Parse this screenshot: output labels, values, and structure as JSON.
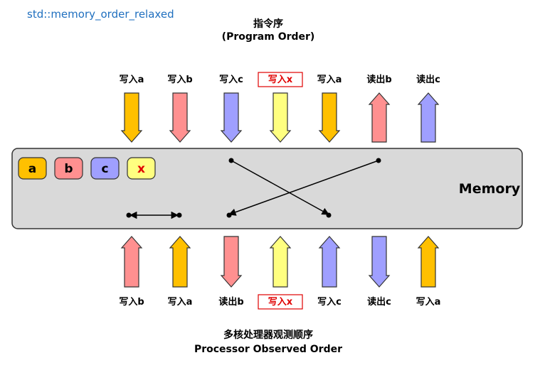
{
  "header": {
    "code_label": "std::memory_order_relaxed",
    "code_color": "#1f6fbf",
    "program_order_cn": "指令序",
    "program_order_en": "(Program Order)"
  },
  "footer": {
    "observed_order_cn": "多核处理器观测顺序",
    "observed_order_en": "Processor Observed Order"
  },
  "memory": {
    "label": "Memory",
    "variables": [
      {
        "name": "a",
        "color": "#ffc000",
        "text_color": "#000000"
      },
      {
        "name": "b",
        "color": "#ff9090",
        "text_color": "#000000"
      },
      {
        "name": "c",
        "color": "#9f9fff",
        "text_color": "#000000"
      },
      {
        "name": "x",
        "color": "#ffff80",
        "text_color": "#e00000"
      }
    ]
  },
  "program_ops": [
    {
      "label": "写入a",
      "color": "#ffc000",
      "direction": "down",
      "boxed": false
    },
    {
      "label": "写入b",
      "color": "#ff9090",
      "direction": "down",
      "boxed": false
    },
    {
      "label": "写入c",
      "color": "#9f9fff",
      "direction": "down",
      "boxed": false
    },
    {
      "label": "写入x",
      "color": "#ffff80",
      "direction": "down",
      "boxed": true
    },
    {
      "label": "写入a",
      "color": "#ffc000",
      "direction": "down",
      "boxed": false
    },
    {
      "label": "读出b",
      "color": "#ff9090",
      "direction": "up",
      "boxed": false
    },
    {
      "label": "读出c",
      "color": "#9f9fff",
      "direction": "up",
      "boxed": false
    }
  ],
  "observed_ops": [
    {
      "label": "写入b",
      "color": "#ff9090",
      "direction": "up",
      "boxed": false
    },
    {
      "label": "写入a",
      "color": "#ffc000",
      "direction": "up",
      "boxed": false
    },
    {
      "label": "读出b",
      "color": "#ff9090",
      "direction": "down",
      "boxed": false
    },
    {
      "label": "写入x",
      "color": "#ffff80",
      "direction": "up",
      "boxed": true
    },
    {
      "label": "写入c",
      "color": "#9f9fff",
      "direction": "up",
      "boxed": false
    },
    {
      "label": "读出c",
      "color": "#9f9fff",
      "direction": "down",
      "boxed": false
    },
    {
      "label": "写入a",
      "color": "#ffc000",
      "direction": "up",
      "boxed": false
    }
  ],
  "boxed_label_color": "#e00000"
}
